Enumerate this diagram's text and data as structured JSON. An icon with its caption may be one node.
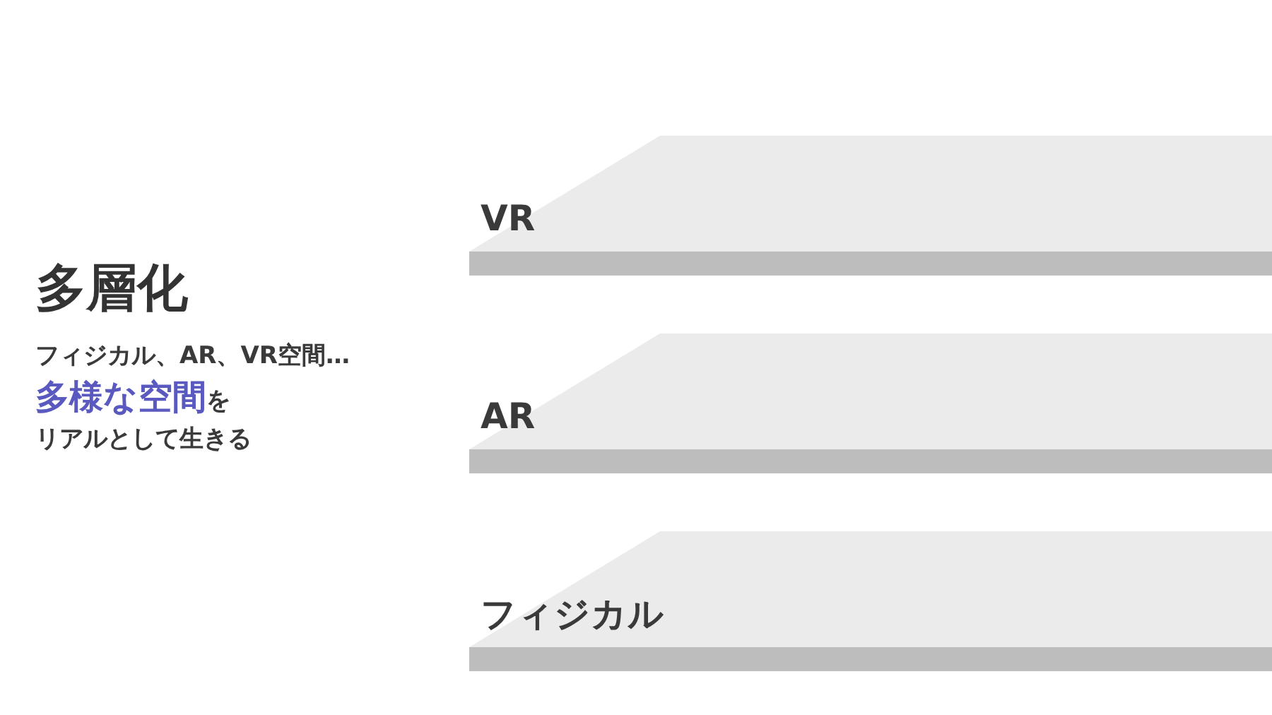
{
  "diagram": {
    "title": "多層化",
    "nodes": [
      {
        "text": [
          "VR"
        ]
      },
      {
        "text": [
          "AR"
        ]
      },
      {
        "text": [
          "フィジカル"
        ]
      }
    ],
    "labels": [
      "フィジカル、AR、VR空間…",
      "**多様な空間**を",
      "リアルとして生きる"
    ]
  }
}
